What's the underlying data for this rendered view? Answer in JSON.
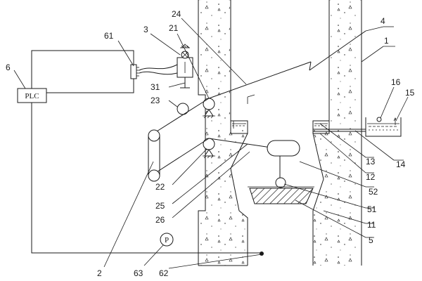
{
  "diagram": {
    "controller_label": "PLC",
    "pump_label": "P",
    "callouts": [
      {
        "id": "c1",
        "text": "1"
      },
      {
        "id": "c2",
        "text": "2"
      },
      {
        "id": "c3",
        "text": "3"
      },
      {
        "id": "c4",
        "text": "4"
      },
      {
        "id": "c5",
        "text": "5"
      },
      {
        "id": "c6",
        "text": "6"
      },
      {
        "id": "c11",
        "text": "11"
      },
      {
        "id": "c12",
        "text": "12"
      },
      {
        "id": "c13",
        "text": "13"
      },
      {
        "id": "c14",
        "text": "14"
      },
      {
        "id": "c15",
        "text": "15"
      },
      {
        "id": "c16",
        "text": "16"
      },
      {
        "id": "c21",
        "text": "21"
      },
      {
        "id": "c22",
        "text": "22"
      },
      {
        "id": "c23",
        "text": "23"
      },
      {
        "id": "c24",
        "text": "24"
      },
      {
        "id": "c25",
        "text": "25"
      },
      {
        "id": "c26",
        "text": "26"
      },
      {
        "id": "c31",
        "text": "31"
      },
      {
        "id": "c51",
        "text": "51"
      },
      {
        "id": "c52",
        "text": "52"
      },
      {
        "id": "c61",
        "text": "61"
      },
      {
        "id": "c62",
        "text": "62"
      },
      {
        "id": "c63",
        "text": "63"
      }
    ]
  }
}
